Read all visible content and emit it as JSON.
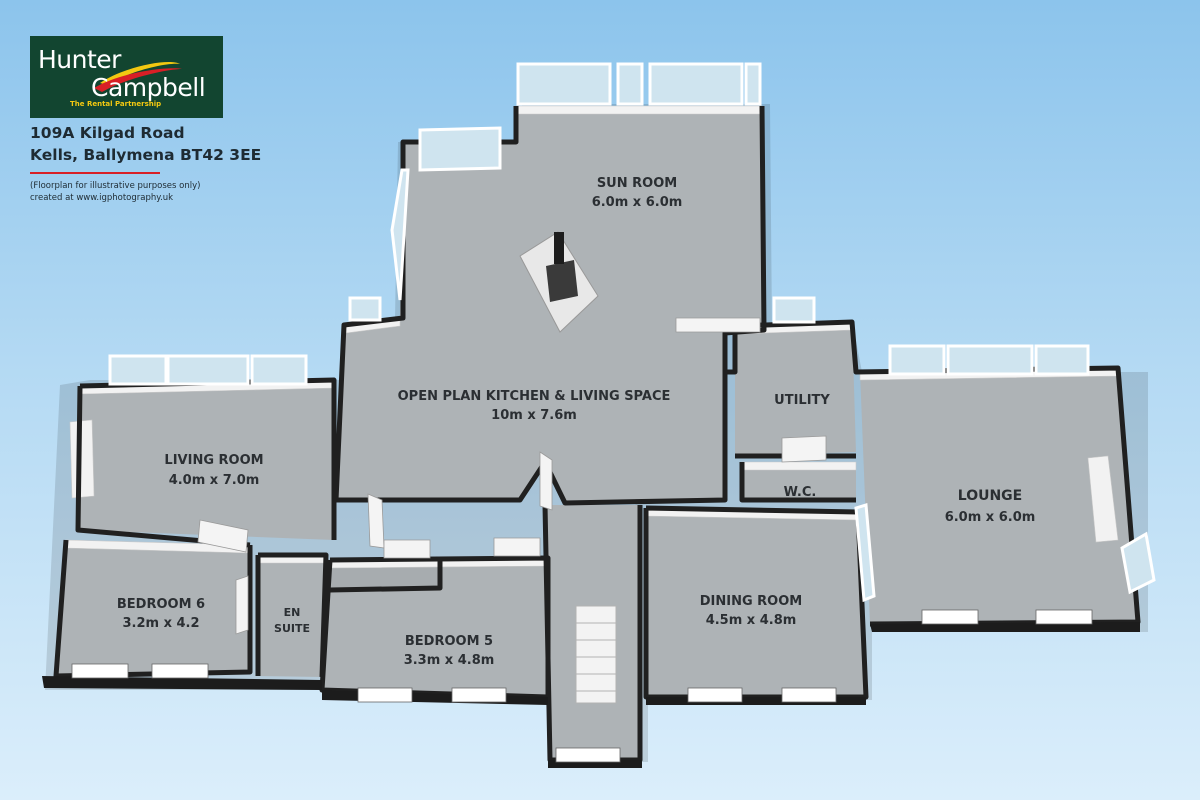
{
  "brand": {
    "name_line1": "Hunter",
    "name_line2": "Campbell",
    "tagline": "The Rental Partnership"
  },
  "property": {
    "address_line1": "109A Kilgad Road",
    "address_line2": "Kells, Ballymena BT42 3EE",
    "disclaimer": "(Floorplan for illustrative purposes only)",
    "credit": "created at www.igphotography.uk"
  },
  "rooms": {
    "sun_room": {
      "name": "SUN ROOM",
      "size": "6.0m x 6.0m"
    },
    "kitchen": {
      "name": "OPEN PLAN KITCHEN & LIVING SPACE",
      "size": "10m x 7.6m"
    },
    "utility": {
      "name": "UTILITY"
    },
    "wc": {
      "name": "W.C."
    },
    "lounge": {
      "name": "LOUNGE",
      "size": "6.0m x 6.0m"
    },
    "living_room": {
      "name": "LIVING ROOM",
      "size": "4.0m x 7.0m"
    },
    "bedroom6": {
      "name": "BEDROOM 6",
      "size": "3.2m x 4.2"
    },
    "en_suite": {
      "name_line1": "EN",
      "name_line2": "SUITE"
    },
    "bedroom5": {
      "name": "BEDROOM 5",
      "size": "3.3m x 4.8m"
    },
    "dining_room": {
      "name": "DINING ROOM",
      "size": "4.5m x 4.8m"
    }
  },
  "colors": {
    "floor": "#aeb3b6",
    "wall_top": "#202020",
    "wall_face": "#f2f2f2",
    "window": "#cfe4ef",
    "logo_bg": "#124530",
    "logo_swoosh_red": "#d81f26",
    "logo_swoosh_yellow": "#f2c811",
    "accent_rule": "#d81f26"
  }
}
